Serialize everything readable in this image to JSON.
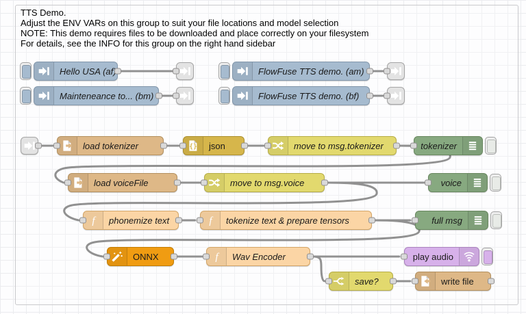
{
  "group": {
    "label_lines": [
      "TTS Demo.",
      "Adjust the ENV VARs on this group to suit your file locations and model selection",
      "NOTE: This demo requires files to be downloaded and place correctly on your filesystem",
      "For details, see the INFO for this group on the right hand sidebar"
    ]
  },
  "palette": {
    "inject": "#a6bbcf",
    "link": "#e3e3e3",
    "file": "#deb887",
    "json": "#d6b64b",
    "change": "#e2d96e",
    "switch": "#e2d96e",
    "debug": "#87a980",
    "function": "#fbd5a5",
    "onnx": "#f09c12",
    "play_audio": "#d7b1ea",
    "wire": "#919191",
    "port": "#d9d9d9",
    "group_border": "#c9c9cc",
    "grid_line": "#ebecef"
  },
  "nodes": [
    {
      "type": "inject",
      "label": "Hello USA (af)",
      "icon": "inject-arrow-icon"
    },
    {
      "type": "link-out",
      "label": "",
      "icon": "link-arrow-icon"
    },
    {
      "type": "inject",
      "label": "FlowFuse TTS demo. (am)",
      "icon": "inject-arrow-icon"
    },
    {
      "type": "link-out",
      "label": "",
      "icon": "link-arrow-icon"
    },
    {
      "type": "inject",
      "label": "Mainteneance to... (bm)",
      "icon": "inject-arrow-icon"
    },
    {
      "type": "link-out",
      "label": "",
      "icon": "link-arrow-icon"
    },
    {
      "type": "inject",
      "label": "FlowFuse TTS demo. (bf)",
      "icon": "inject-arrow-icon"
    },
    {
      "type": "link-out",
      "label": "",
      "icon": "link-arrow-icon"
    },
    {
      "type": "link-in",
      "label": "",
      "icon": "link-arrow-icon"
    },
    {
      "type": "file-in",
      "label": "load tokenizer",
      "icon": "file-export-icon"
    },
    {
      "type": "json",
      "label": "json",
      "icon": "json-file-icon"
    },
    {
      "type": "change",
      "label": "move to msg.tokenizer",
      "icon": "shuffle-icon"
    },
    {
      "type": "debug",
      "label": "tokenizer",
      "icon": "debug-output-icon"
    },
    {
      "type": "file-in",
      "label": "load voiceFile",
      "icon": "file-export-icon"
    },
    {
      "type": "change",
      "label": "move to msg.voice",
      "icon": "shuffle-icon"
    },
    {
      "type": "debug",
      "label": "voice",
      "icon": "debug-output-icon"
    },
    {
      "type": "function",
      "label": "phonemize text",
      "icon": "function-icon"
    },
    {
      "type": "function",
      "label": "tokenize text & prepare tensors",
      "icon": "function-icon"
    },
    {
      "type": "debug",
      "label": "full msg",
      "icon": "debug-output-icon"
    },
    {
      "type": "onnx",
      "label": "ONNX",
      "icon": "magic-wand-icon"
    },
    {
      "type": "function",
      "label": "Wav Encoder",
      "icon": "function-icon"
    },
    {
      "type": "play-audio",
      "label": "play audio",
      "icon": "audio-broadcast-icon"
    },
    {
      "type": "switch",
      "label": "save?",
      "icon": "switch-fork-icon"
    },
    {
      "type": "file-out",
      "label": "write file",
      "icon": "file-import-icon"
    }
  ]
}
